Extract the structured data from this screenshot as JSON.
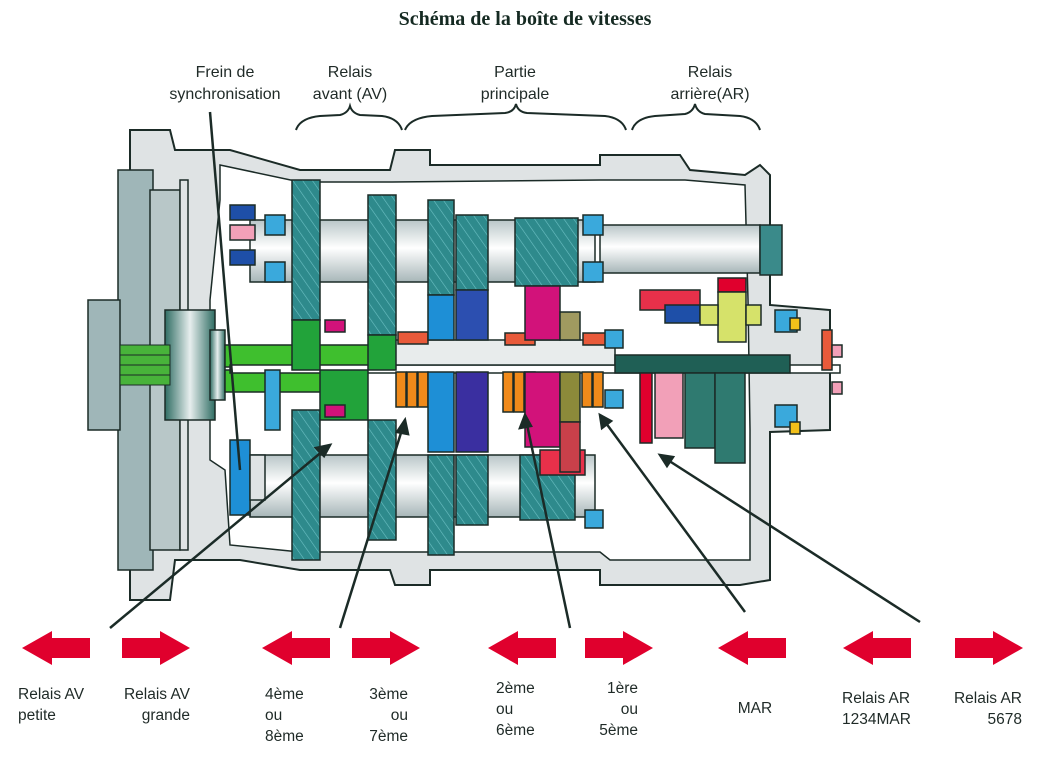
{
  "title": "Schéma de la boîte de vitesses",
  "callouts": [
    {
      "id": "frein",
      "lines": [
        "Frein de",
        "synchronisation"
      ]
    },
    {
      "id": "relais-av",
      "lines": [
        "Relais",
        "avant (AV)"
      ]
    },
    {
      "id": "partie-principale",
      "lines": [
        "Partie",
        "principale"
      ]
    },
    {
      "id": "relais-ar",
      "lines": [
        "Relais",
        "arrière(AR)"
      ]
    }
  ],
  "shift_arrows": [
    {
      "direction": "left",
      "lines": [
        "Relais AV",
        "petite"
      ]
    },
    {
      "direction": "right",
      "lines": [
        "Relais AV",
        "grande"
      ]
    },
    {
      "direction": "left",
      "lines": [
        "4ème",
        "ou",
        "8ème"
      ]
    },
    {
      "direction": "right",
      "lines": [
        "3ème",
        "ou",
        "7ème"
      ]
    },
    {
      "direction": "left",
      "lines": [
        "2ème",
        "ou",
        "6ème"
      ]
    },
    {
      "direction": "right",
      "lines": [
        "1ère",
        "ou",
        "5ème"
      ]
    },
    {
      "direction": "left",
      "lines": [
        "MAR"
      ]
    },
    {
      "direction": "left",
      "lines": [
        "Relais AR",
        "1234MAR"
      ]
    },
    {
      "direction": "right",
      "lines": [
        "Relais AR",
        "5678"
      ]
    }
  ],
  "colors": {
    "arrow": "#e0002d",
    "housing": "#dfe3e4",
    "housing_dark": "#9fb6b8",
    "outline": "#1b2b27",
    "gear_teal": "#2e8a8c",
    "gear_green": "#22a33a",
    "gear_lightgreen": "#3fbf2e",
    "gear_blue": "#1e8fd6",
    "gear_indigo": "#3a2fa0",
    "gear_magenta": "#d2127a",
    "gear_orange": "#f08a1a",
    "gear_red": "#e8304a",
    "gear_olive": "#8c8a3a",
    "gear_yellowgreen": "#d6e26a",
    "gear_darkteal": "#1f5f55",
    "bearing_blue": "#3aa9dc",
    "pink": "#f2a0b8",
    "yellow": "#f2c01a"
  }
}
